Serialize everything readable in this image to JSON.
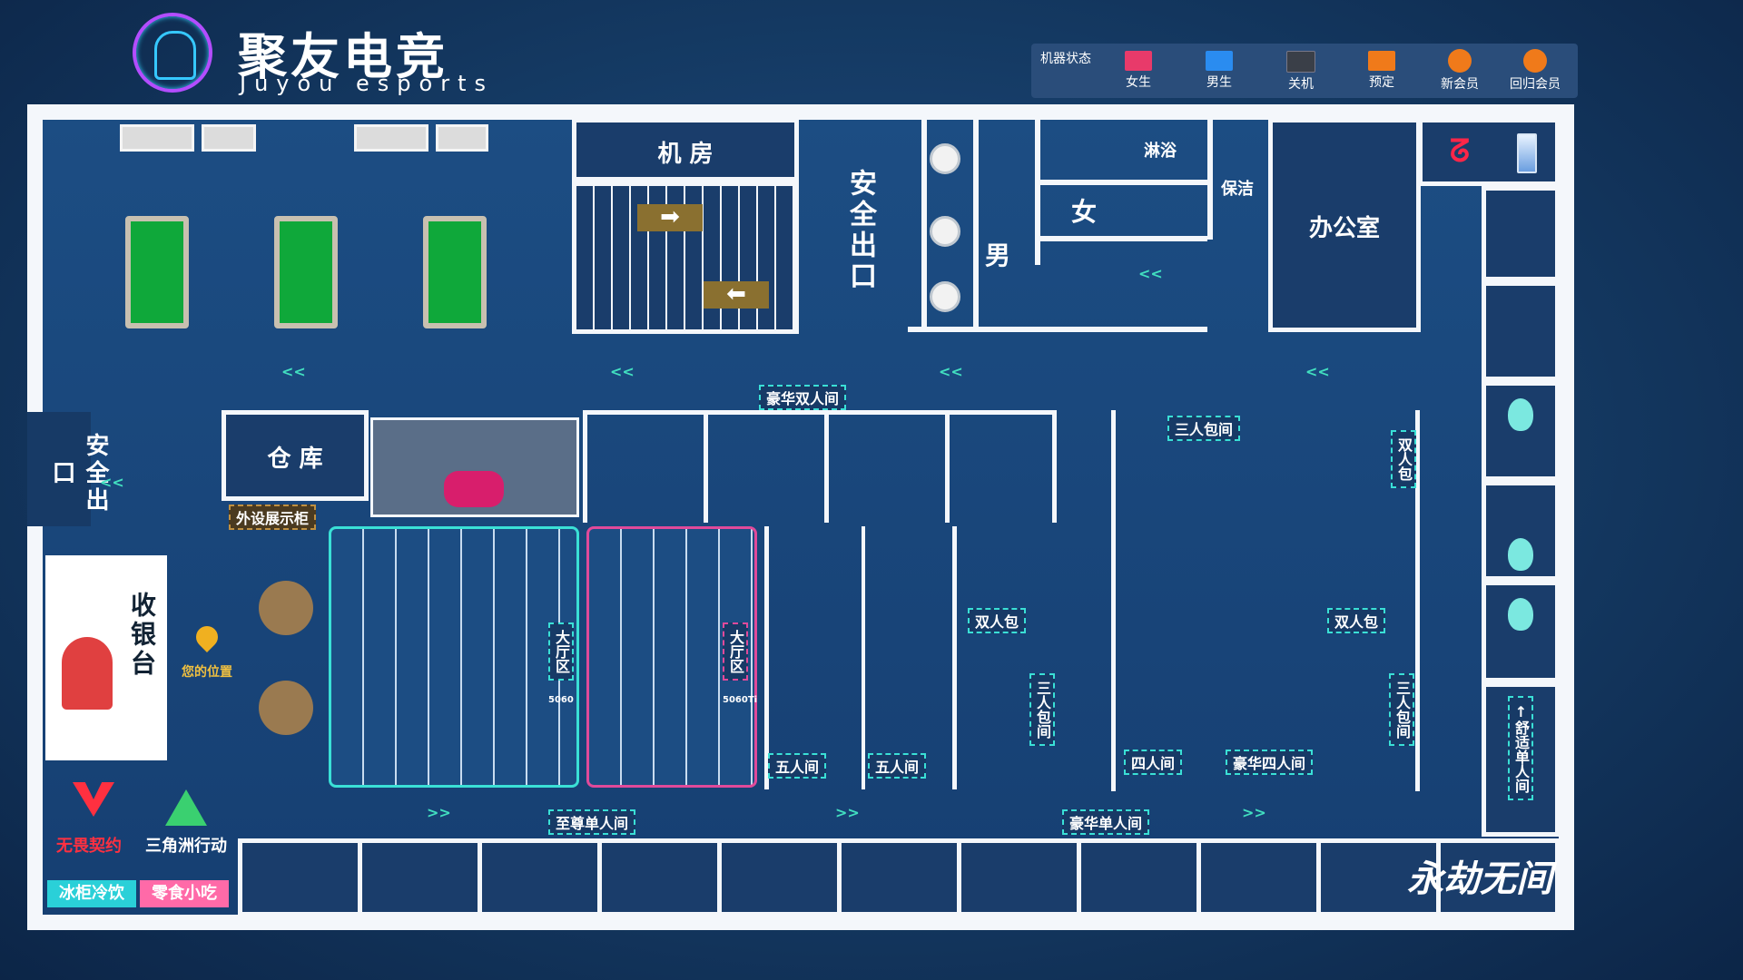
{
  "brand": {
    "name_cn": "聚友电竞",
    "name_en": "Juyou esports"
  },
  "status_legend": {
    "title": "机器状态",
    "items": [
      {
        "label": "女生",
        "color": "#e83a6a",
        "icon": "monitor-icon"
      },
      {
        "label": "男生",
        "color": "#2a8cf0",
        "icon": "monitor-icon"
      },
      {
        "label": "关机",
        "color": "#3a3f48",
        "icon": "monitor-icon"
      },
      {
        "label": "预定",
        "color": "#f07a1a",
        "icon": "monitor-icon"
      },
      {
        "label": "新会员",
        "color": "#f07a1a",
        "icon": "member-icon"
      },
      {
        "label": "回归会员",
        "color": "#f07a1a",
        "icon": "member-icon"
      }
    ]
  },
  "rooms": {
    "machine_room": "机 房",
    "exit_top": "安全出口",
    "exit_left": "安全出口",
    "male_wc": "男",
    "female_wc": "女",
    "shower": "淋浴",
    "cleaning": "保洁",
    "office": "办公室",
    "storage": "仓 库",
    "cashier": "收银台",
    "your_location": "您的位置"
  },
  "labels": {
    "peripheral_cabinet": "外设展示柜",
    "luxury_double": "豪华双人间",
    "triple_pack_top": "三人包间",
    "double_pack_right": "双人包",
    "hall_a": "大厅区",
    "hall_a_sub": "5060",
    "hall_b": "大厅区",
    "hall_b_sub": "5060Ti",
    "five_room_1": "五人间",
    "five_room_2": "五人间",
    "double_pack_1": "双人包",
    "double_pack_2": "双人包",
    "triple_pack_1": "三人包间",
    "triple_pack_2": "三人包间",
    "four_room": "四人间",
    "luxury_four": "豪华四人间",
    "supreme_single": "至尊单人间",
    "luxury_single": "豪华单人间",
    "comfort_single": "舒适单人间",
    "comfort_arrow": "↑"
  },
  "games": {
    "valorant": "无畏契约",
    "delta": "三角洲行动"
  },
  "buttons": {
    "cold_drinks": "冰柜冷饮",
    "snacks": "零食小吃"
  },
  "signature": "永劫无间",
  "arrow_glyph": "<<",
  "arrow_glyph_right": ">>",
  "colors": {
    "accent_cyan": "#3ae0d6",
    "accent_pink": "#e04a9a",
    "wall": "#f4f7fb",
    "floor": "#1c4d83"
  }
}
